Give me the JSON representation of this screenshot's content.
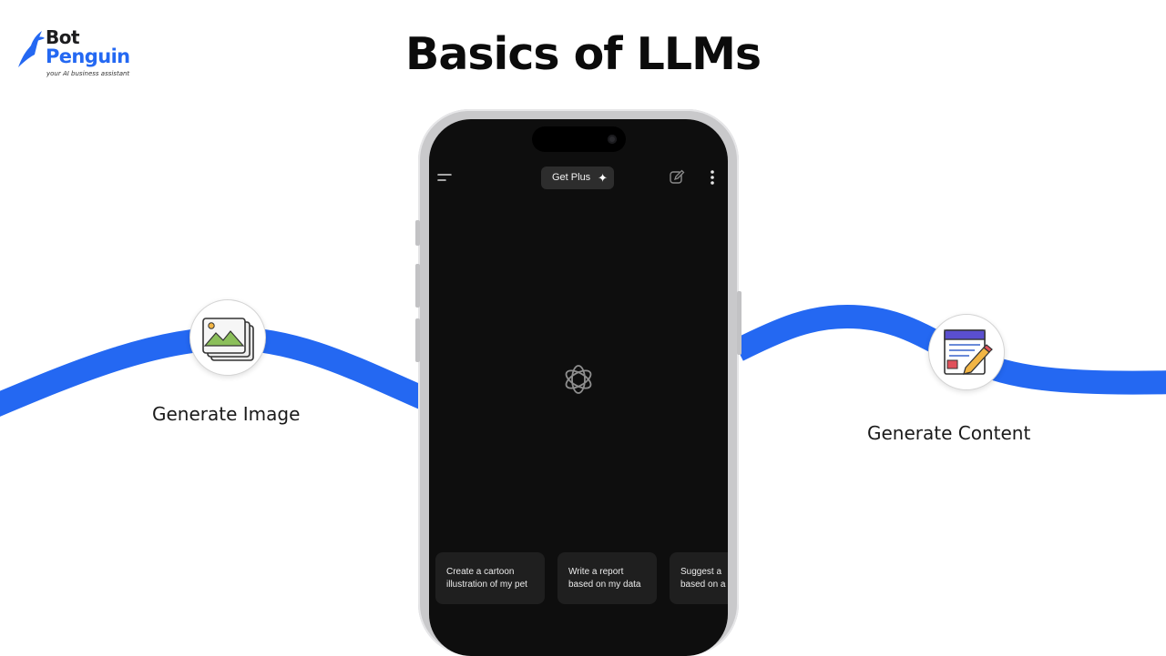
{
  "brand": {
    "name_line1": "Bot",
    "name_line2": "Penguin",
    "tagline": "your AI business assistant",
    "primary_color": "#2468f2"
  },
  "title": "Basics of LLMs",
  "features": [
    {
      "label": "Generate Image",
      "icon": "image-gallery-icon"
    },
    {
      "label": "Generate Content",
      "icon": "document-edit-icon"
    }
  ],
  "phone_app": {
    "header": {
      "menu_icon": "menu-icon",
      "get_plus_label": "Get Plus",
      "get_plus_symbol": "✦",
      "edit_icon": "new-chat-icon",
      "more_icon": "more-vertical-icon"
    },
    "center_logo": "openai-logo-icon",
    "suggestions": [
      {
        "line1": "Create a cartoon",
        "line2": "illustration of my pet"
      },
      {
        "line1": "Write a report",
        "line2": "based on my data"
      },
      {
        "line1": "Suggest a",
        "line2": "based on a"
      }
    ],
    "background_color": "#0e0e0e"
  },
  "wave_color": "#2468f2"
}
